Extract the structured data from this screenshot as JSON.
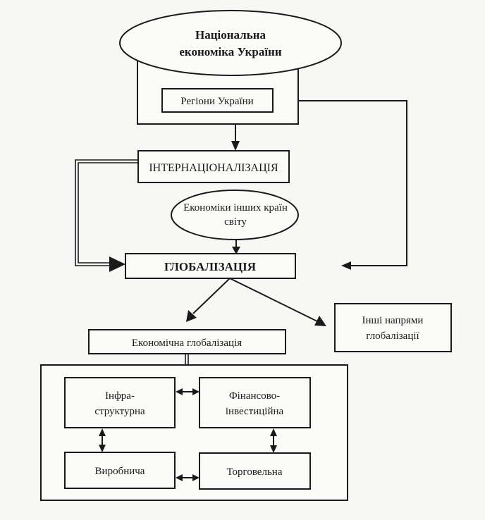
{
  "diagram": {
    "type": "flowchart",
    "nodes": {
      "national_economy": {
        "line1": "Національна",
        "line2": "економіка України",
        "shape": "ellipse"
      },
      "regions": {
        "label": "Регіони України",
        "shape": "rectangle"
      },
      "internationalization": {
        "label": "ІНТЕРНАЦІОНАЛІЗАЦІЯ",
        "shape": "rectangle"
      },
      "other_economies": {
        "line1": "Економіки інших країн",
        "line2": "світу",
        "shape": "ellipse"
      },
      "globalization": {
        "label": "ГЛОБАЛІЗАЦІЯ",
        "shape": "rectangle"
      },
      "economic_globalization": {
        "label": "Економічна глобалізація",
        "shape": "rectangle"
      },
      "other_directions": {
        "line1": "Інші напрями",
        "line2": "глобалізації",
        "shape": "rectangle"
      },
      "infrastructure": {
        "line1": "Інфра-",
        "line2": "структурна",
        "shape": "rectangle"
      },
      "financial_investment": {
        "line1": "Фінансово-",
        "line2": "інвестиційна",
        "shape": "rectangle"
      },
      "production": {
        "label": "Виробнича",
        "shape": "rectangle"
      },
      "trade": {
        "label": "Торговельна",
        "shape": "rectangle"
      }
    },
    "edges": [
      {
        "from": "national_economy",
        "to": "internationalization",
        "style": "single-arrow"
      },
      {
        "from": "national_economy",
        "to": "globalization",
        "style": "single-arrow"
      },
      {
        "from": "internationalization",
        "to": "globalization",
        "style": "double-line-arrow"
      },
      {
        "from": "other_economies",
        "to": "globalization",
        "style": "single-arrow"
      },
      {
        "from": "globalization",
        "to": "economic_globalization",
        "style": "single-arrow"
      },
      {
        "from": "globalization",
        "to": "other_directions",
        "style": "single-arrow"
      },
      {
        "from": "economic_globalization",
        "to": "economic_group",
        "style": "double-line"
      },
      {
        "from": "infrastructure",
        "to": "financial_investment",
        "style": "bidirectional"
      },
      {
        "from": "infrastructure",
        "to": "production",
        "style": "bidirectional"
      },
      {
        "from": "financial_investment",
        "to": "trade",
        "style": "bidirectional"
      },
      {
        "from": "production",
        "to": "trade",
        "style": "bidirectional"
      }
    ],
    "colors": {
      "ink": "#1a1a1a",
      "paper": "#f7f7f5"
    }
  }
}
